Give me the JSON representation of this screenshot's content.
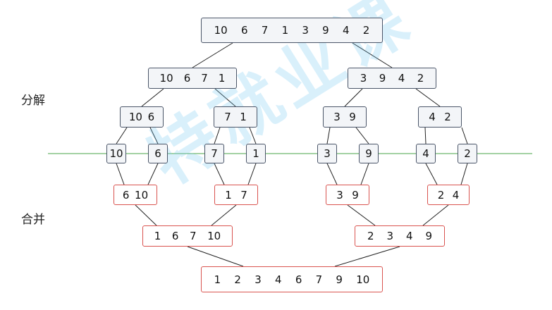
{
  "labels": {
    "split": "分解",
    "merge": "合并"
  },
  "watermark": "特就业课",
  "colors": {
    "split_border": "#4a5568",
    "merge_border": "#d9534f",
    "divider": "#4aa64a",
    "line": "#222222"
  },
  "rows": {
    "s0": [
      [
        10,
        6,
        7,
        1,
        3,
        9,
        4,
        2
      ]
    ],
    "s1": [
      [
        10,
        6,
        7,
        1
      ],
      [
        3,
        9,
        4,
        2
      ]
    ],
    "s2": [
      [
        10,
        6
      ],
      [
        7,
        1
      ],
      [
        3,
        9
      ],
      [
        4,
        2
      ]
    ],
    "s3": [
      [
        10
      ],
      [
        6
      ],
      [
        7
      ],
      [
        1
      ],
      [
        3
      ],
      [
        9
      ],
      [
        4
      ],
      [
        2
      ]
    ],
    "m1": [
      [
        6,
        10
      ],
      [
        1,
        7
      ],
      [
        3,
        9
      ],
      [
        2,
        4
      ]
    ],
    "m2": [
      [
        1,
        6,
        7,
        10
      ],
      [
        2,
        3,
        4,
        9
      ]
    ],
    "m3": [
      [
        1,
        2,
        3,
        4,
        6,
        7,
        9,
        10
      ]
    ]
  }
}
